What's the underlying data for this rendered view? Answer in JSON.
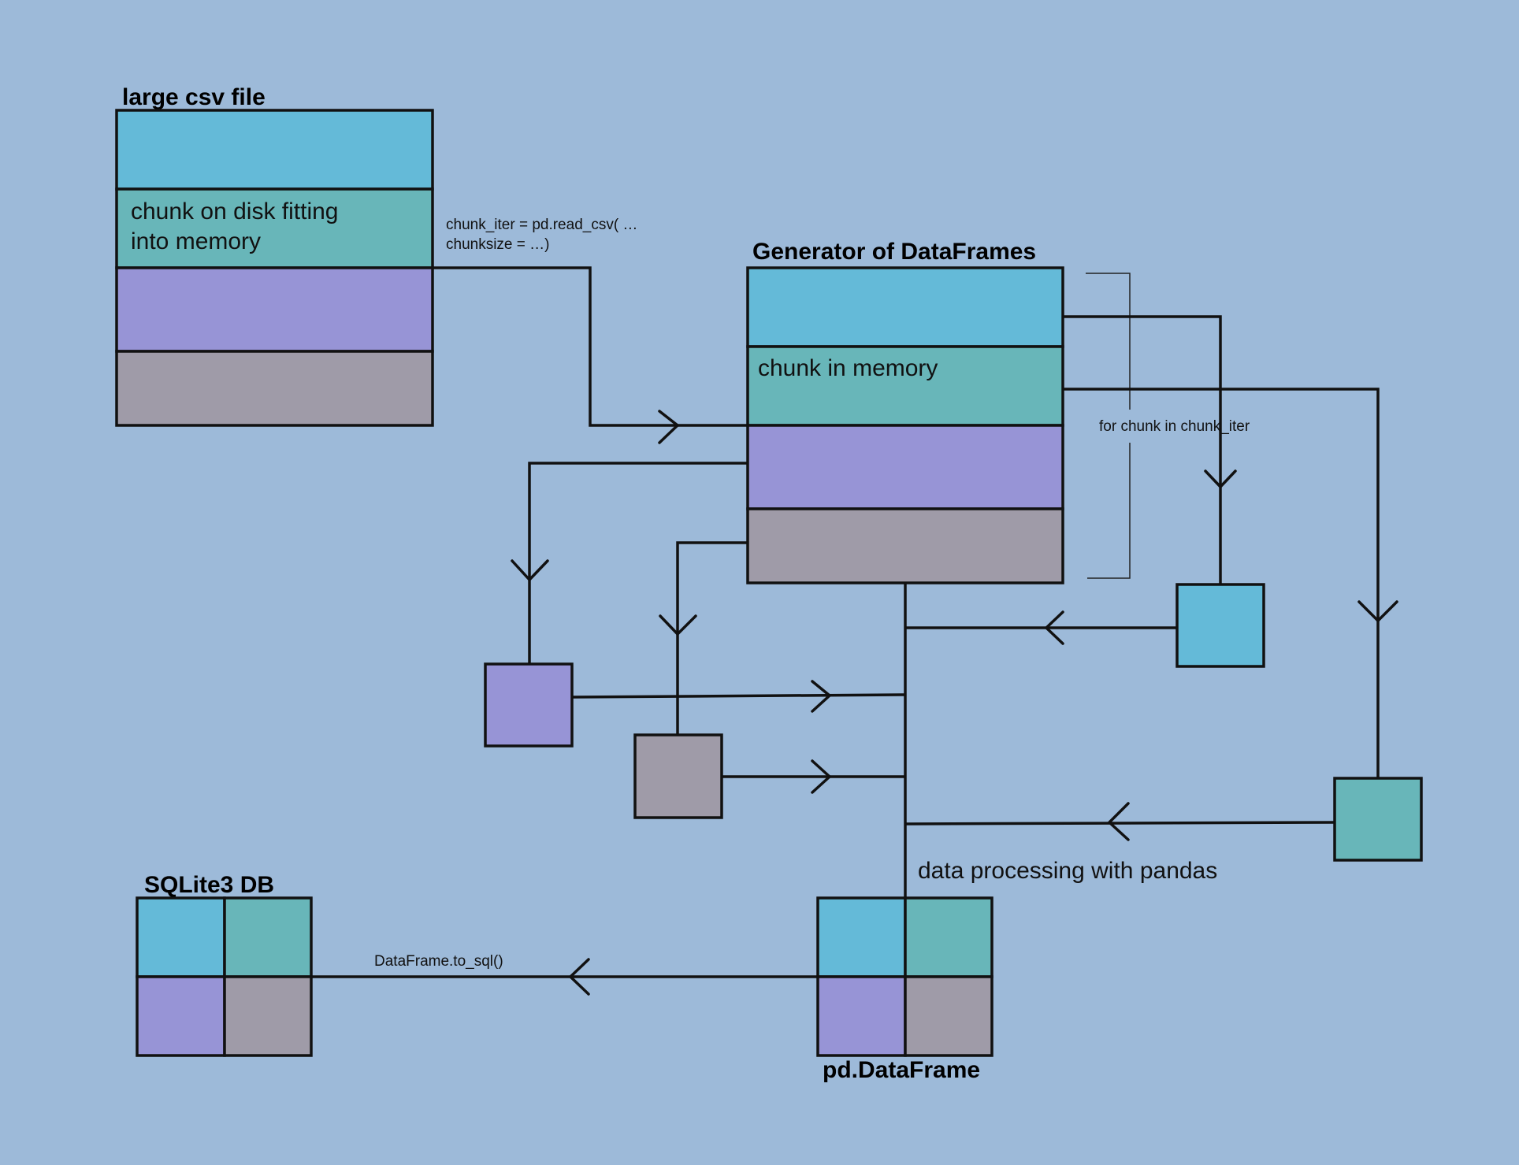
{
  "labels": {
    "csv_title": "large csv file",
    "chunk_disk_line1": "chunk on disk fitting",
    "chunk_disk_line2": "into memory",
    "read_csv_line1": "chunk_iter = pd.read_csv( …",
    "read_csv_line2": "chunksize = …)",
    "generator_title": "Generator of DataFrames",
    "chunk_memory": "chunk in memory",
    "loop_label": "for chunk in chunk_iter",
    "processing_label": "data processing with pandas",
    "sqlite_title": "SQLite3 DB",
    "to_sql_label": "DataFrame.to_sql()",
    "dataframe_title": "pd.DataFrame"
  },
  "colors": {
    "background": "#9dbad9",
    "blue": "#64bad8",
    "teal": "#68b6b9",
    "purple": "#9794d6",
    "gray": "#9f9ba8"
  }
}
